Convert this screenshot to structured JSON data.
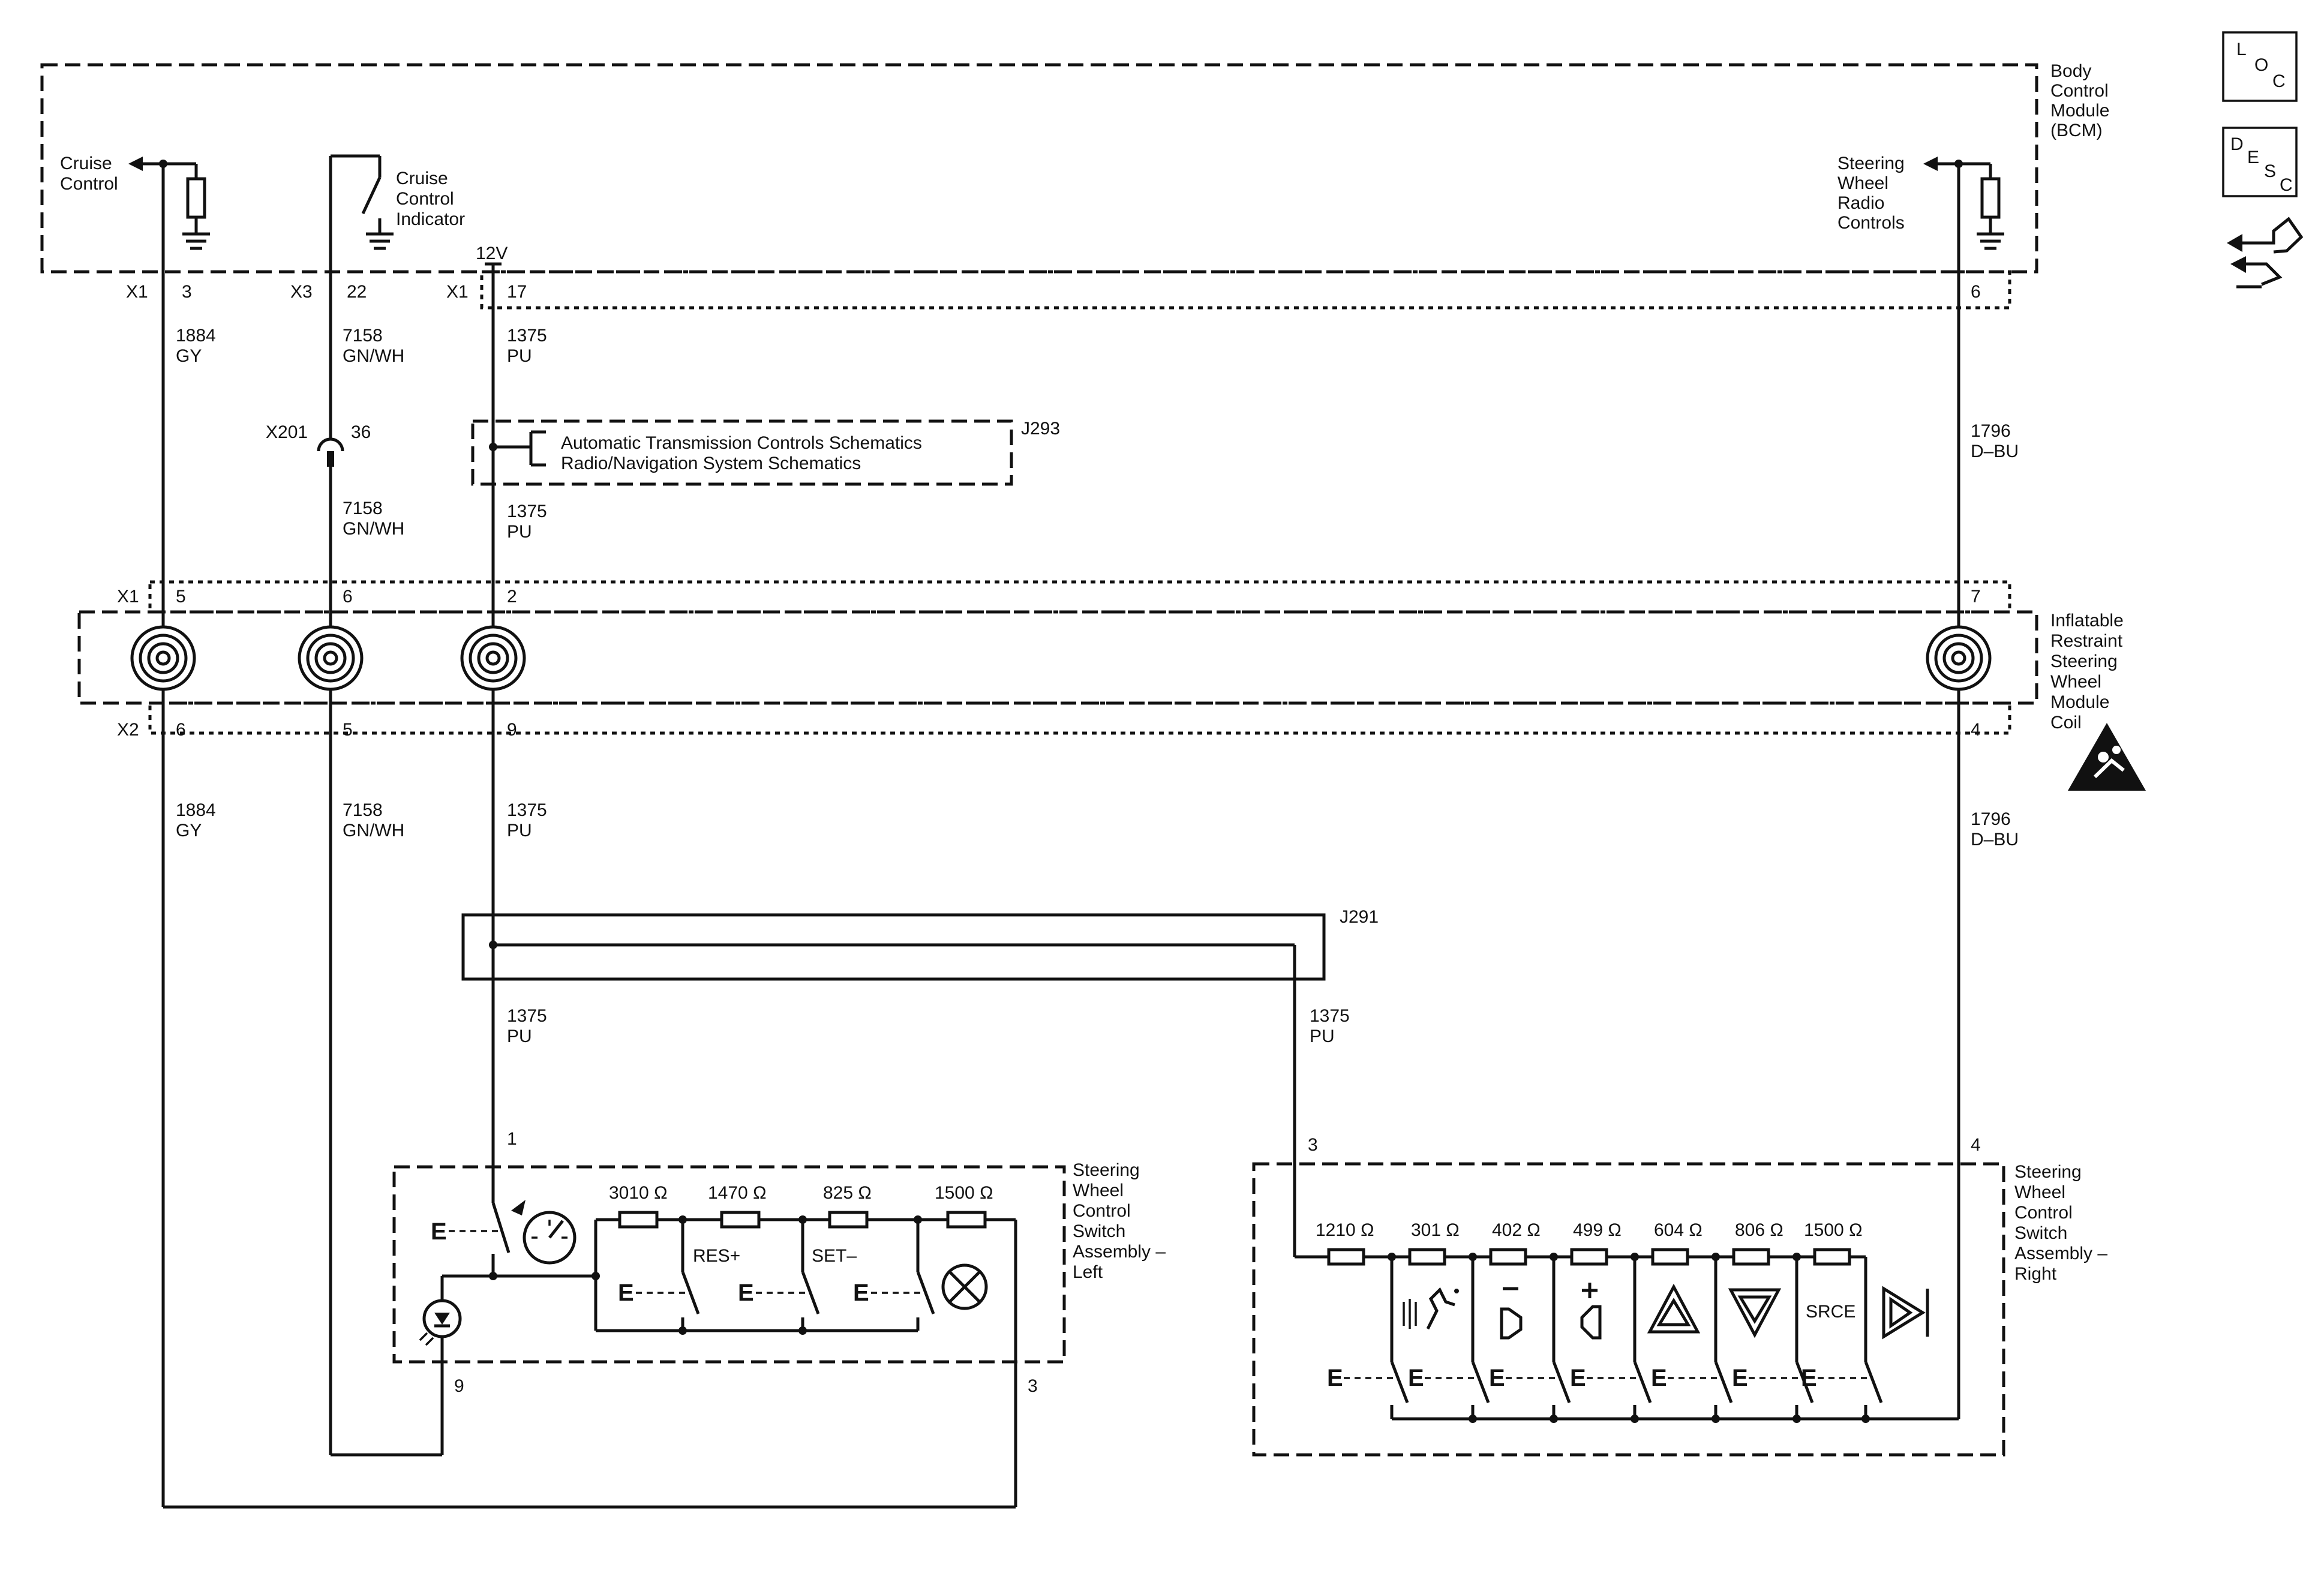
{
  "modules": {
    "bcm": {
      "label": [
        "Body",
        "Control",
        "Module",
        "(BCM)"
      ]
    },
    "coil": {
      "label": [
        "Inflatable",
        "Restraint",
        "Steering",
        "Wheel",
        "Module",
        "Coil"
      ]
    },
    "sw_left": {
      "label": [
        "Steering",
        "Wheel",
        "Control",
        "Switch",
        "Assembly –",
        "Left"
      ]
    },
    "sw_right": {
      "label": [
        "Steering",
        "Wheel",
        "Control",
        "Switch",
        "Assembly –",
        "Right"
      ]
    }
  },
  "bcm_internal": {
    "cruise_control": [
      "Cruise",
      "Control"
    ],
    "cruise_indicator": [
      "Cruise",
      "Control",
      "Indicator"
    ],
    "swrc": [
      "Steering",
      "Wheel",
      "Radio",
      "Controls"
    ],
    "voltage": "12V"
  },
  "side_icons": [
    "loc-icon",
    "desc-icon",
    "connector-view-icon"
  ],
  "loc_letters": [
    "L",
    "O",
    "C"
  ],
  "desc_letters": [
    "D",
    "E",
    "S",
    "C"
  ],
  "connectors": {
    "bcm_x1": "X1",
    "bcm_x3": "X3",
    "bcm_x1b": "X1",
    "pin_3": "3",
    "pin_22": "22",
    "pin_17": "17",
    "pin_6": "6",
    "x201": "X201",
    "x201_pin": "36",
    "coil_x1": "X1",
    "coil_x2": "X2",
    "coil_top_pins": [
      "5",
      "6",
      "2",
      "7"
    ],
    "coil_bottom_pins": [
      "6",
      "5",
      "9",
      "4"
    ],
    "left_pin_1": "1",
    "left_pin_9": "9",
    "left_pin_3": "3",
    "right_pin_3": "3",
    "right_pin_4": "4"
  },
  "wires": {
    "w1884_a": [
      "1884",
      "GY"
    ],
    "w7158_a": [
      "7158",
      "GN/WH"
    ],
    "w1375_a": [
      "1375",
      "PU"
    ],
    "w1796_a": [
      "1796",
      "D–BU"
    ],
    "w7158_b": [
      "7158",
      "GN/WH"
    ],
    "w1375_b": [
      "1375",
      "PU"
    ],
    "w1884_b": [
      "1884",
      "GY"
    ],
    "w7158_c": [
      "7158",
      "GN/WH"
    ],
    "w1375_c": [
      "1375",
      "PU"
    ],
    "w1796_b": [
      "1796",
      "D–BU"
    ],
    "w1375_d": [
      "1375",
      "PU"
    ],
    "w1375_e": [
      "1375",
      "PU"
    ]
  },
  "splices": {
    "j293": "J293",
    "j291": "J291"
  },
  "schematic_refs": [
    "Automatic Transmission Controls Schematics",
    "Radio/Navigation System Schematics"
  ],
  "left_switch": {
    "resistors": [
      "3010 Ω",
      "1470 Ω",
      "825 Ω",
      "1500 Ω"
    ],
    "buttons": [
      "RES+",
      "SET–"
    ]
  },
  "right_switch": {
    "resistors": [
      "1210 Ω",
      "301 Ω",
      "402 Ω",
      "499 Ω",
      "604 Ω",
      "806 Ω",
      "1500 Ω"
    ],
    "buttons": [
      "voice-icon",
      "volume-down-icon",
      "volume-up-icon",
      "seek-up-icon",
      "seek-down-icon",
      "SRCE",
      "next-icon"
    ]
  }
}
